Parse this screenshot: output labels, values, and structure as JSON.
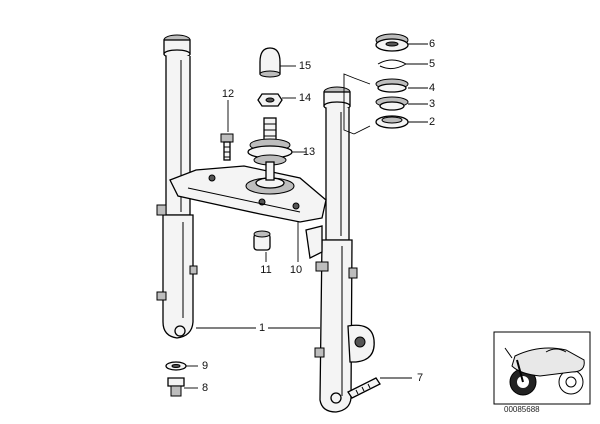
{
  "callouts": [
    {
      "id": "c1",
      "label": "1"
    },
    {
      "id": "c2",
      "label": "2"
    },
    {
      "id": "c3",
      "label": "3"
    },
    {
      "id": "c4",
      "label": "4"
    },
    {
      "id": "c5",
      "label": "5"
    },
    {
      "id": "c6",
      "label": "6"
    },
    {
      "id": "c7",
      "label": "7"
    },
    {
      "id": "c8",
      "label": "8"
    },
    {
      "id": "c9",
      "label": "9"
    },
    {
      "id": "c10",
      "label": "10"
    },
    {
      "id": "c11",
      "label": "11"
    },
    {
      "id": "c12",
      "label": "12"
    },
    {
      "id": "c13",
      "label": "13"
    },
    {
      "id": "c14",
      "label": "14"
    },
    {
      "id": "c15",
      "label": "15"
    }
  ],
  "inset": {
    "image_number": "00085688",
    "icon": "motorcycle-icon"
  },
  "colors": {
    "line": "#000000",
    "fill": "#f4f4f4",
    "shade": "#bdbdbd"
  }
}
